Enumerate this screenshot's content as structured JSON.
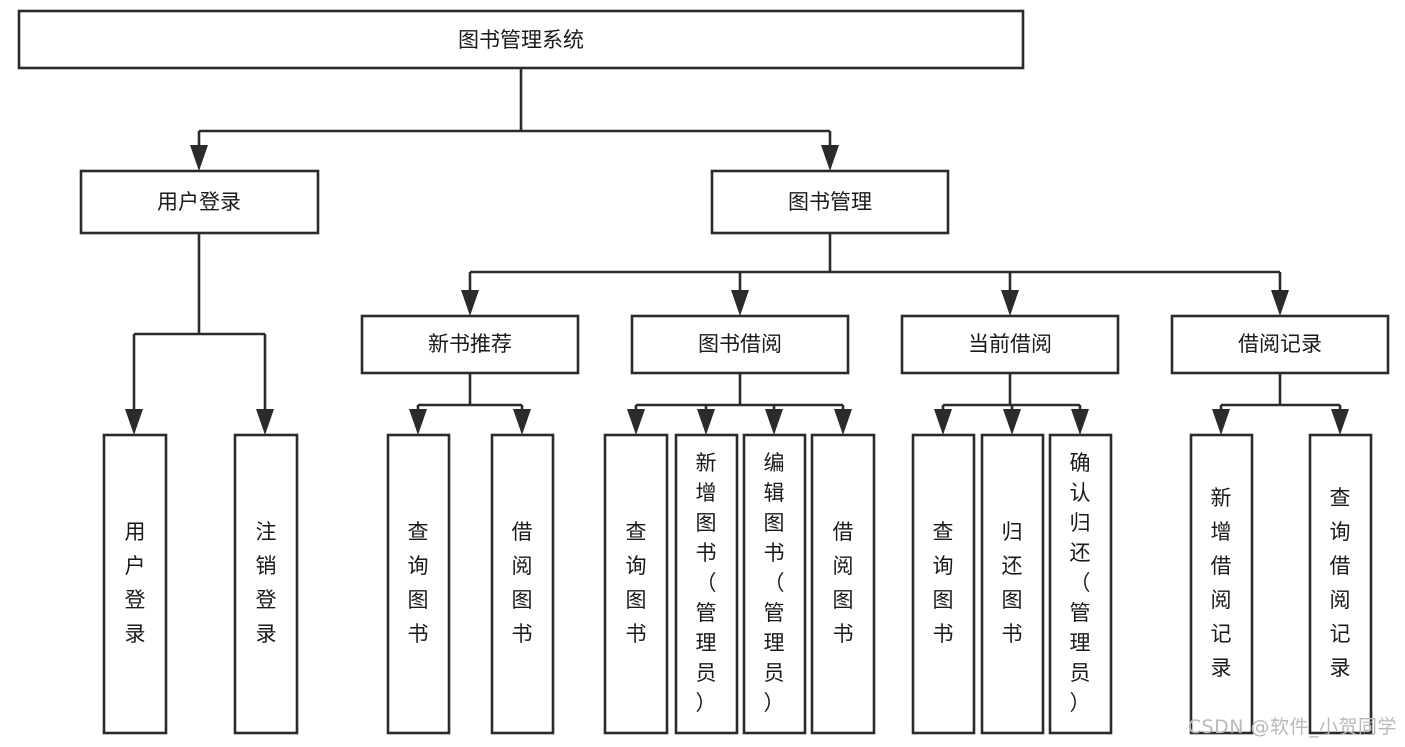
{
  "diagram": {
    "title": "图书管理系统",
    "watermark": "CSDN @软件_小贺同学",
    "stroke_color": "#2b2b2b",
    "fill_color": "#ffffff",
    "text_color": "#1a1a1a",
    "watermark_color": "#b9b9b9",
    "type": "tree-hierarchy",
    "root": {
      "label": "图书管理系统",
      "orientation": "horizontal"
    },
    "level2": [
      {
        "label": "用户登录",
        "orientation": "horizontal"
      },
      {
        "label": "图书管理",
        "orientation": "horizontal"
      }
    ],
    "level3": [
      {
        "label": "新书推荐",
        "orientation": "horizontal"
      },
      {
        "label": "图书借阅",
        "orientation": "horizontal"
      },
      {
        "label": "当前借阅",
        "orientation": "horizontal"
      },
      {
        "label": "借阅记录",
        "orientation": "horizontal"
      }
    ],
    "leaves": {
      "user_login": [
        {
          "label": "用户登录",
          "orientation": "vertical"
        },
        {
          "label": "注销登录",
          "orientation": "vertical"
        }
      ],
      "new_book_rec": [
        {
          "label": "查询图书",
          "orientation": "vertical"
        },
        {
          "label": "借阅图书",
          "orientation": "vertical"
        }
      ],
      "book_borrow": [
        {
          "label": "查询图书",
          "orientation": "vertical"
        },
        {
          "label": "新增图书（管理员）",
          "orientation": "vertical"
        },
        {
          "label": "编辑图书（管理员）",
          "orientation": "vertical"
        },
        {
          "label": "借阅图书",
          "orientation": "vertical"
        }
      ],
      "current_borrow": [
        {
          "label": "查询图书",
          "orientation": "vertical"
        },
        {
          "label": "归还图书",
          "orientation": "vertical"
        },
        {
          "label": "确认归还（管理员）",
          "orientation": "vertical"
        }
      ],
      "borrow_record": [
        {
          "label": "新增借阅记录",
          "orientation": "vertical"
        },
        {
          "label": "查询借阅记录",
          "orientation": "vertical"
        }
      ]
    }
  }
}
